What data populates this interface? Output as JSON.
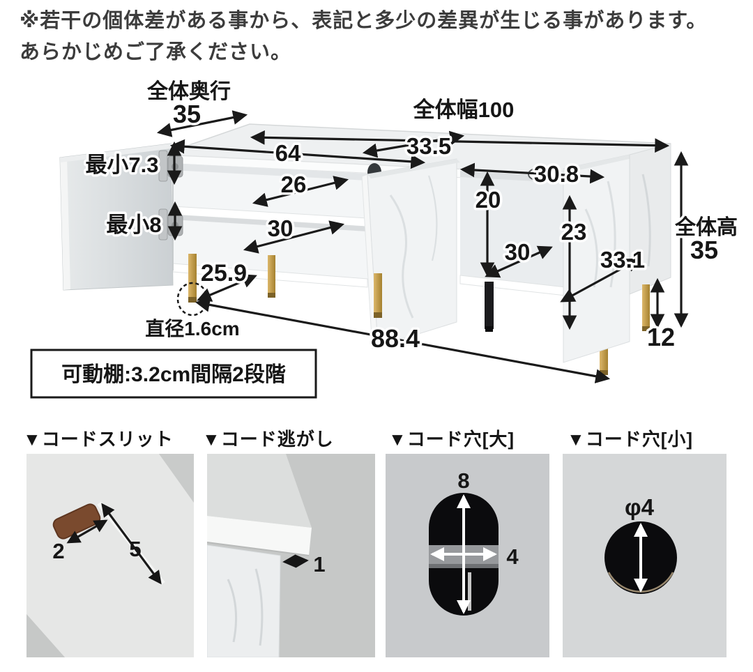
{
  "disclaimer": {
    "line1": "※若干の個体差がある事から、表記と多少の差異が生じる事があります。",
    "line2": "あらかじめご了承ください。"
  },
  "diagram": {
    "overall_depth_label": "全体奥行",
    "overall_depth_value": "35",
    "overall_width": "全体幅100",
    "middle_door_width": "33.5",
    "left_inner_width": "64",
    "upper_shelf_depth": "26",
    "lower_shelf_depth": "30",
    "hinge_clearance_top": "最小7.3",
    "hinge_clearance_bottom": "最小8",
    "right_inner_width": "30.8",
    "right_inner_height": "20",
    "right_section_height": "23",
    "right_inner_depth": "30",
    "right_door_width": "33.1",
    "overall_height_label": "全体高",
    "overall_height_value": "35",
    "leg_height": "12",
    "leg_span": "88.4",
    "leg_spacing": "25.9",
    "leg_diameter_label": "直径1.6cm",
    "movable_shelf_note": "可動棚:3.2cm間隔2段階"
  },
  "details": {
    "sections": [
      {
        "label": "▼コードスリット",
        "dim_a": "2",
        "dim_b": "5"
      },
      {
        "label": "▼コード逃がし",
        "dim_a": "1"
      },
      {
        "label": "▼コード穴[大]",
        "dim_a": "8",
        "dim_b": "4"
      },
      {
        "label": "▼コード穴[小]",
        "dim_a": "φ4"
      }
    ]
  },
  "colors": {
    "gold_leg": "#c6a052",
    "black_leg": "#1b1b1d",
    "slot_brown": "#7a4a2e",
    "hole_black": "#0b0b0d",
    "marble": "#f1f3f4"
  }
}
